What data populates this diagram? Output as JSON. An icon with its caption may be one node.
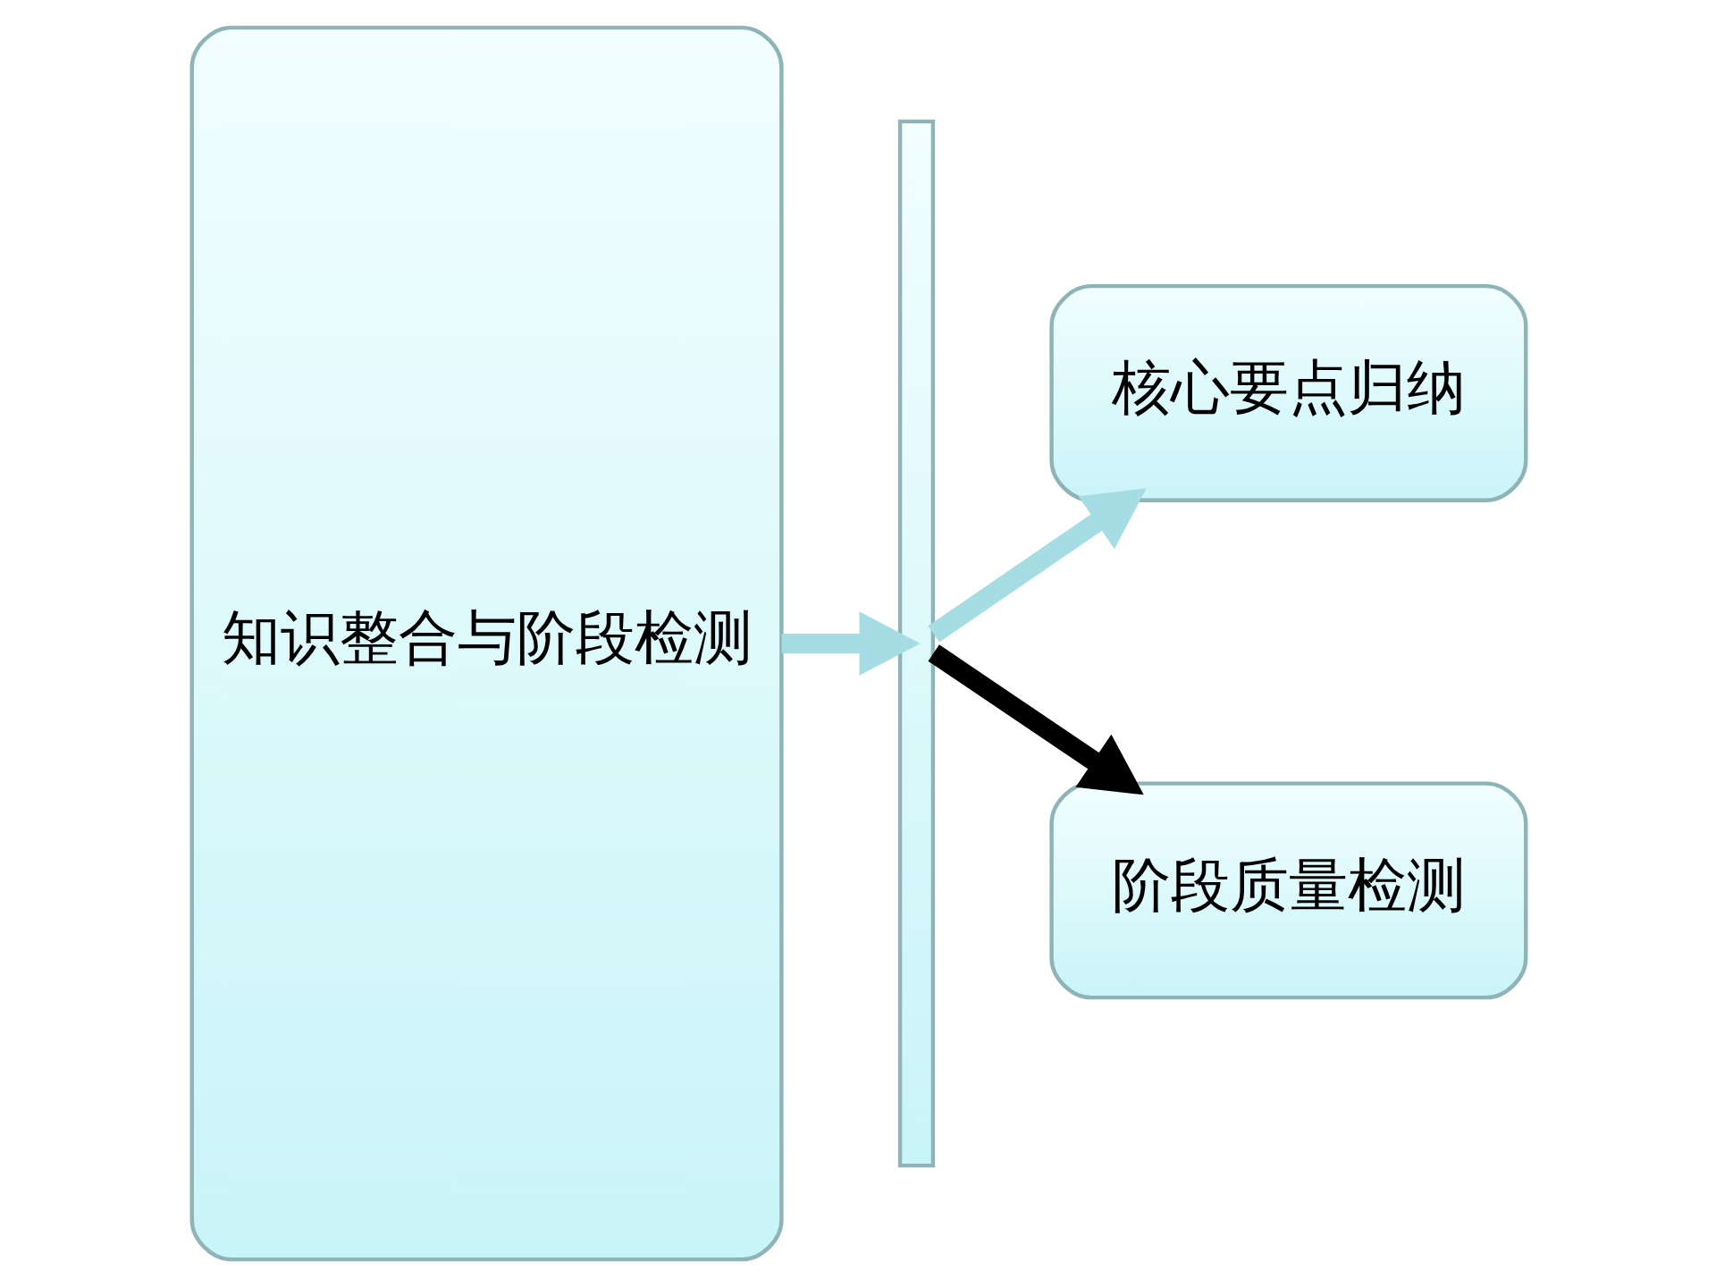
{
  "diagram": {
    "nodes": [
      {
        "text": [
          "知识整合与阶段检测"
        ]
      },
      {
        "text": [],
        "shape": "bar"
      },
      {
        "text": [
          "核心要点归纳"
        ]
      },
      {
        "text": [
          "阶段质量检测"
        ]
      }
    ],
    "edges": [
      {
        "from": 0,
        "to": 1,
        "arrow": "to"
      },
      {
        "from": 1,
        "to": 2,
        "arrow": "to"
      },
      {
        "from": 1,
        "to": 3,
        "arrow": "to",
        "color": "#000000"
      }
    ]
  }
}
